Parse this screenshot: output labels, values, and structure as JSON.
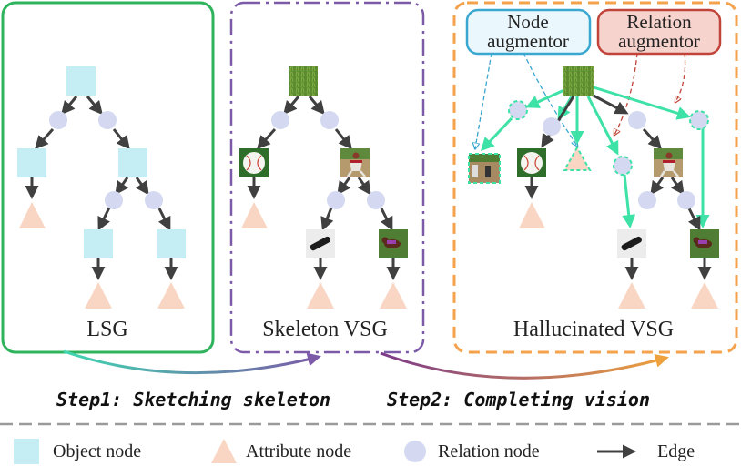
{
  "colors": {
    "object_node": "#c5eef4",
    "attribute_node": "#f9d6c3",
    "relation_node": "#d4d9f1",
    "edge": "#404040",
    "lsg_border": "#2fb45d",
    "skeleton_border": "#7c5aa8",
    "hallucinated_border": "#f4a24c",
    "augmented_edge": "#3ee2a6",
    "node_augmentor": "#3aa7d0",
    "relation_augmentor": "#c0443a"
  },
  "panels": {
    "lsg": "LSG",
    "skeleton": "Skeleton VSG",
    "hallucinated": "Hallucinated VSG"
  },
  "augmentors": {
    "node_line1": "Node",
    "node_line2": "augmentor",
    "relation_line1": "Relation",
    "relation_line2": "augmentor"
  },
  "steps": {
    "step1": "Step1: Sketching skeleton",
    "step2": "Step2: Completing vision"
  },
  "legend": {
    "object": "Object node",
    "attribute": "Attribute node",
    "relation": "Relation node",
    "edge": "Edge"
  },
  "image_nodes": [
    "grass",
    "baseball",
    "baseball-player",
    "skateboard",
    "dog",
    "baseball-field"
  ]
}
